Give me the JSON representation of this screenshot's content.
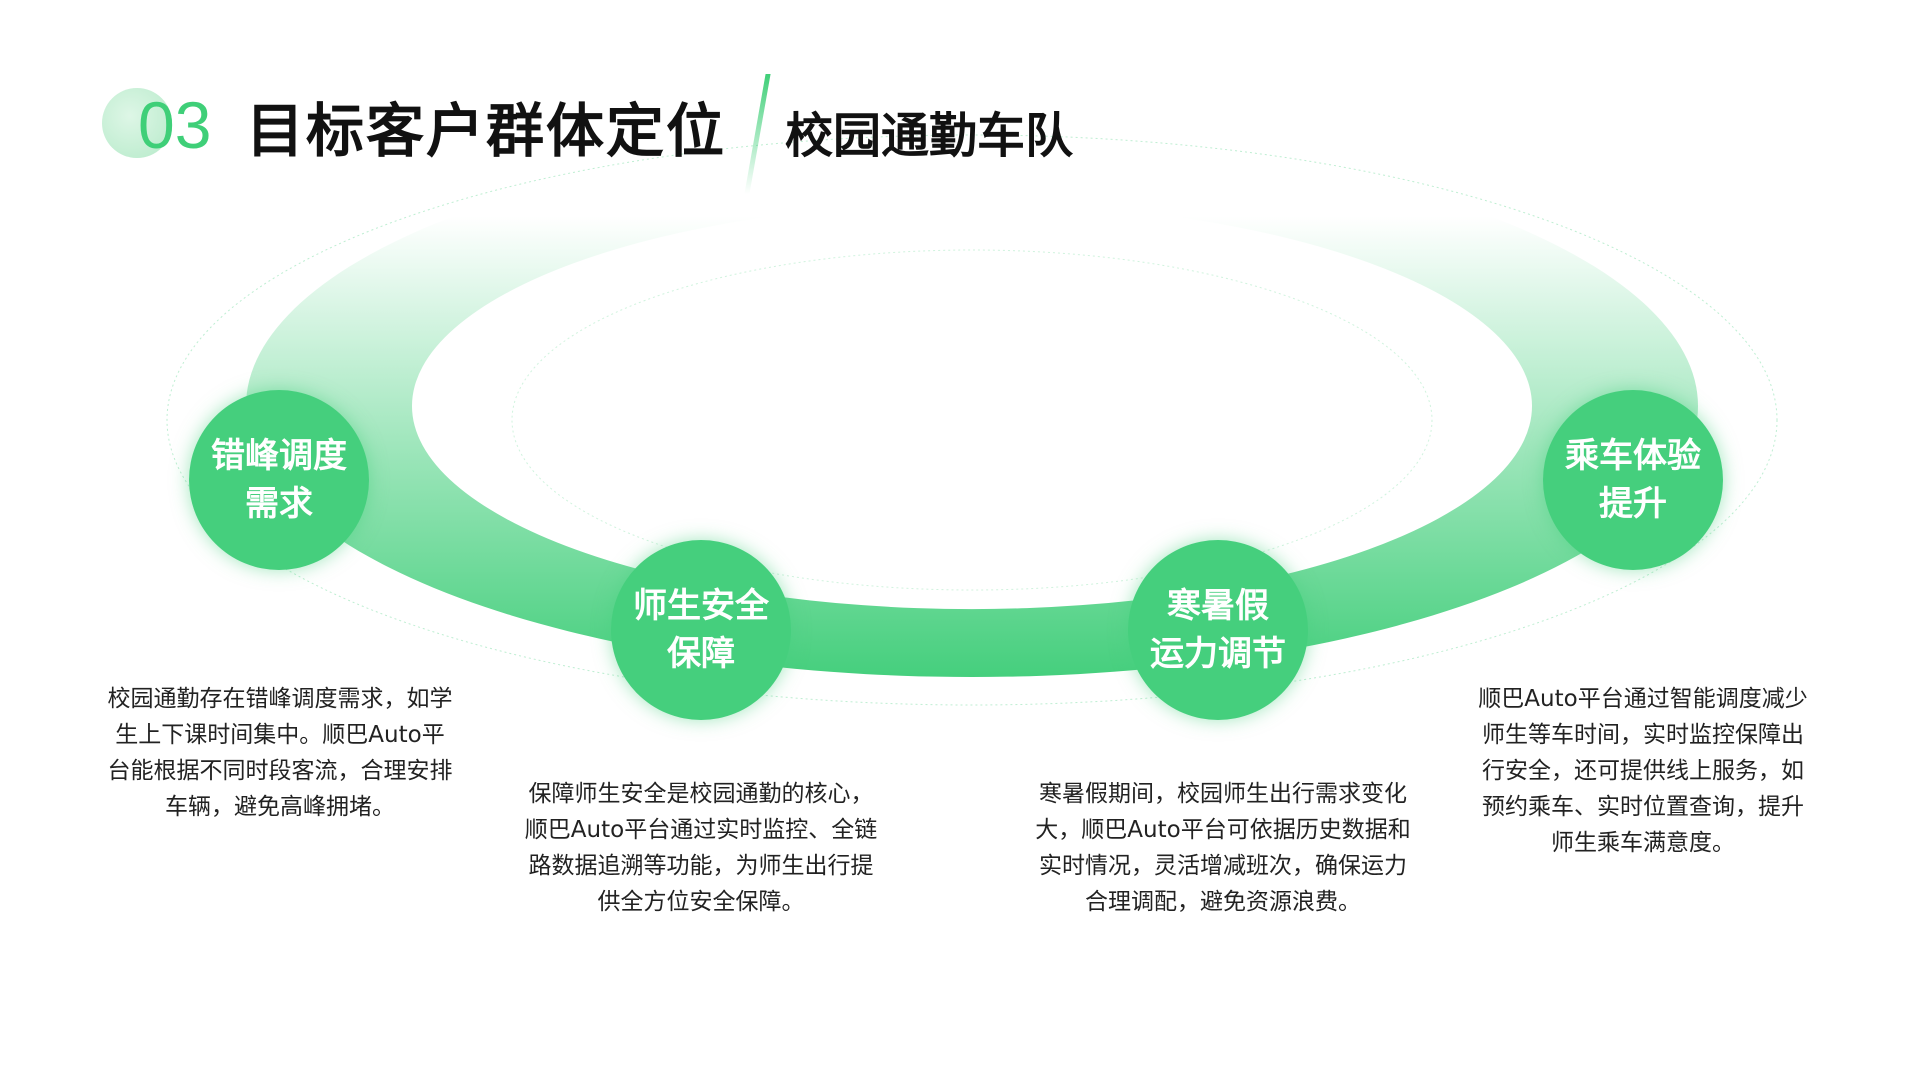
{
  "header": {
    "number": "03",
    "title": "目标客户群体定位",
    "subtitle": "校园通勤车队"
  },
  "colors": {
    "accent": "#45cf7d"
  },
  "items": [
    {
      "line1": "错峰调度",
      "line2": "需求",
      "desc": "校园通勤存在错峰调度需求，如学生上下课时间集中。顺巴Auto平台能根据不同时段客流，合理安排车辆，避免高峰拥堵。"
    },
    {
      "line1": "师生安全",
      "line2": "保障",
      "desc": "保障师生安全是校园通勤的核心，顺巴Auto平台通过实时监控、全链路数据追溯等功能，为师生出行提供全方位安全保障。"
    },
    {
      "line1": "寒暑假",
      "line2": "运力调节",
      "desc": "寒暑假期间，校园师生出行需求变化大，顺巴Auto平台可依据历史数据和实时情况，灵活增减班次，确保运力合理调配，避免资源浪费。"
    },
    {
      "line1": "乘车体验",
      "line2": "提升",
      "desc": "顺巴Auto平台通过智能调度减少师生等车时间，实时监控保障出行安全，还可提供线上服务，如预约乘车、实时位置查询，提升师生乘车满意度。"
    }
  ]
}
